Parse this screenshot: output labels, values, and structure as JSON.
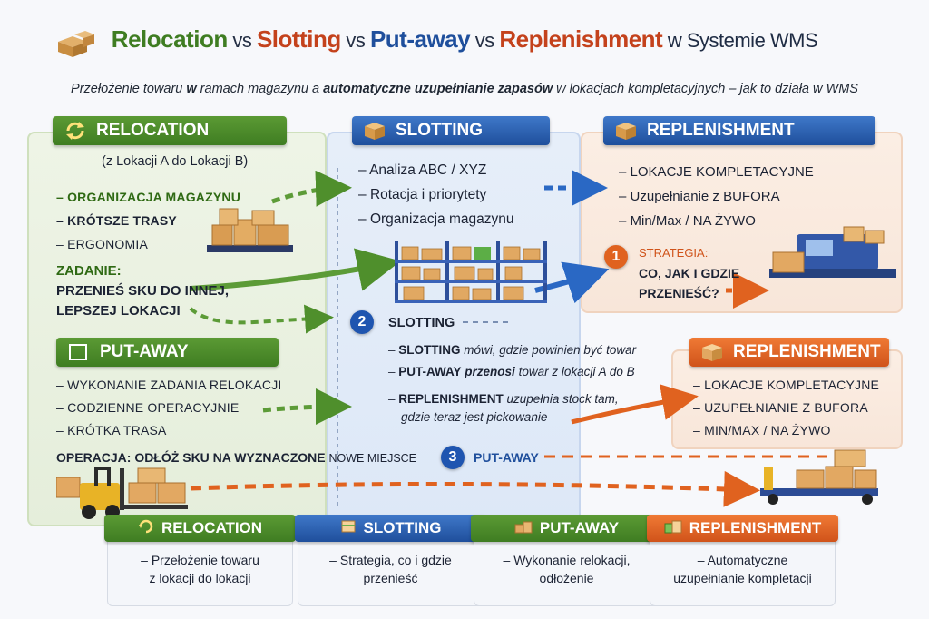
{
  "title": {
    "part1": "Relocation",
    "vs1": " vs ",
    "part2": "Slotting",
    "vs2": " vs ",
    "part3": "Put-away",
    "vs3": " vs ",
    "part4": "Replenishment",
    "tail": " w Systemie WMS"
  },
  "subtitle": {
    "a": "Przełożenie towaru ",
    "b": "w",
    "c": " ramach magazynu a ",
    "d": "automatyczne uzupełnianie zapasów",
    "e": " w lokacjach kompletacyjnych",
    "f": " – jak to działa w WMS"
  },
  "relocation": {
    "header": "RELOCATION",
    "sub": "(z Lokacji A do Lokacji B)",
    "items": [
      "ORGANIZACJA MAGAZYNU",
      "KRÓTSZE TRASY",
      "ERGONOMIA"
    ],
    "task_label": "ZADANIE:",
    "task_line1": "PRZENIEŚ SKU DO INNEJ,",
    "task_line2": "LEPSZEJ LOKACJI"
  },
  "slotting": {
    "header": "SLOTTING",
    "items": [
      "Analiza ABC / XYZ",
      "Rotacja i priorytety",
      "Organizacja magazynu"
    ]
  },
  "replenishment": {
    "header": "REPLENISHMENT",
    "items": [
      "LOKACJE KOMPLETACYJNE",
      "Uzupełnianie z BUFORA",
      "Min/Max / NA ŻYWO"
    ],
    "strategy_num": "1",
    "strategy_label": "STRATEGIA:",
    "strategy_line1": "CO, JAK I GDZIE",
    "strategy_line2": "PRZENIEŚĆ?"
  },
  "middle": {
    "num": "2",
    "heading": "SLOTTING",
    "line1_b": "SLOTTING",
    "line1_r": " mówi, gdzie powinien być towar",
    "line2_b": "PUT-AWAY",
    "line2_m": " przenosi",
    "line2_r": " towar z lokacji A do B",
    "line3_b": "REPLENISHMENT",
    "line3_r": " uzupełnia stock tam,",
    "line4": "gdzie teraz jest pickowanie"
  },
  "putaway": {
    "header": "PUT-AWAY",
    "items": [
      "WYKONANIE ZADANIA RELOKACJI",
      "CODZIENNE OPERACYJNIE",
      "KRÓTKA TRASA"
    ],
    "operation_a": "OPERACJA: ODŁÓŻ SKU NA WYZNACZONE ",
    "operation_b": "NOWE MIEJSCE",
    "num": "3",
    "flow_label": "PUT-AWAY"
  },
  "replenishment2": {
    "header": "REPLENISHMENT",
    "items": [
      "LOKACJE KOMPLETACYJNE",
      "UZUPEŁNIANIE Z BUFORA",
      "MIN/MAX / NA ŻYWO"
    ]
  },
  "cards": [
    {
      "title": "RELOCATION",
      "line1": "Przełożenie towaru",
      "line2": "z lokacji do lokacji",
      "color": "#3f7d22"
    },
    {
      "title": "SLOTTING",
      "line1": "Strategia, co i gdzie",
      "line2": "przenieść",
      "color": "#1f4f9c"
    },
    {
      "title": "PUT-AWAY",
      "line1": "Wykonanie relokacji,",
      "line2": "odłożenie",
      "color": "#3f7d22"
    },
    {
      "title": "REPLENISHMENT",
      "line1": "Automatyczne",
      "line2": "uzupełnianie kompletacji",
      "color": "#d0531a"
    }
  ],
  "colors": {
    "green": "#3f7d22",
    "blue": "#1f4f9c",
    "orange": "#d0531a"
  },
  "icons": [
    "boxes-icon",
    "refresh-icon",
    "box-icon",
    "shelf-icon",
    "forklift-icon",
    "conveyor-icon",
    "cart-icon"
  ]
}
